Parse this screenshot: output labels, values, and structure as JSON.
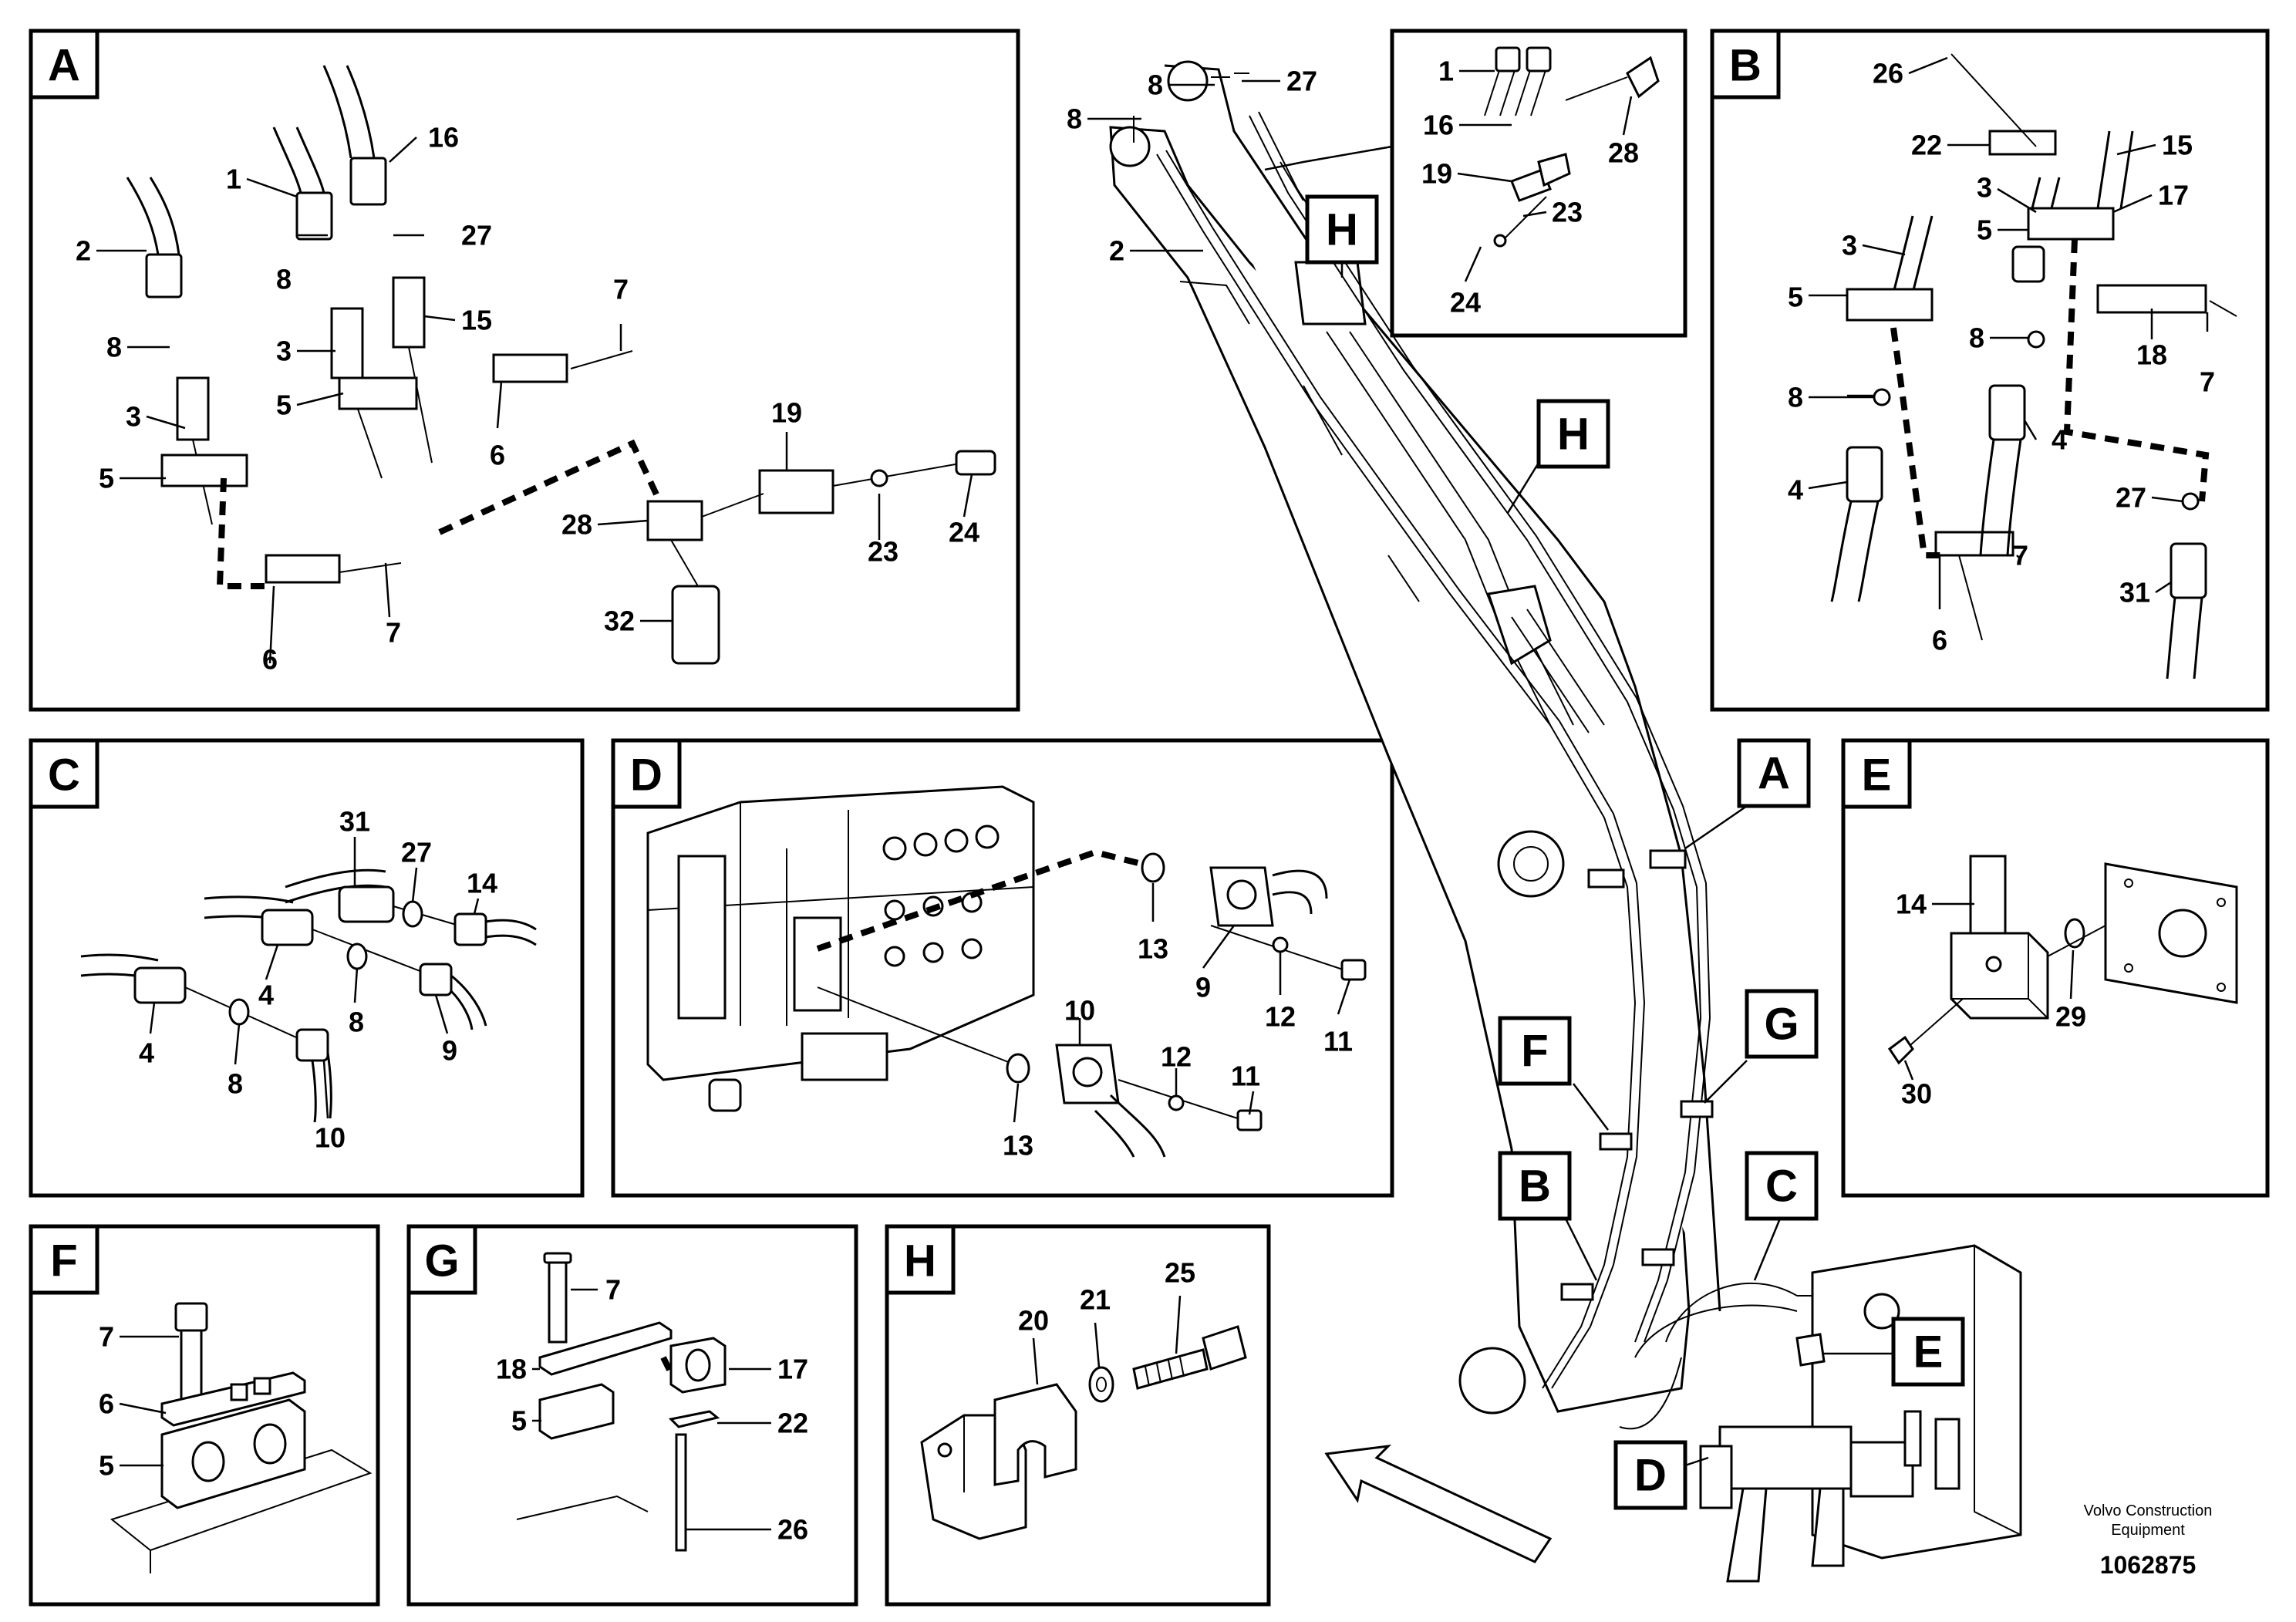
{
  "panels": {
    "A": {
      "label": "A",
      "callouts": [
        "1",
        "2",
        "3",
        "3",
        "5",
        "5",
        "6",
        "6",
        "7",
        "7",
        "8",
        "8",
        "15",
        "16",
        "19",
        "23",
        "24",
        "27",
        "28",
        "32"
      ]
    },
    "B": {
      "label": "B",
      "callouts": [
        "26",
        "22",
        "15",
        "3",
        "17",
        "5",
        "3",
        "5",
        "18",
        "7",
        "8",
        "8",
        "4",
        "4",
        "27",
        "7",
        "31",
        "6"
      ]
    },
    "C": {
      "label": "C",
      "callouts": [
        "31",
        "27",
        "14",
        "4",
        "8",
        "9",
        "4",
        "8",
        "10"
      ]
    },
    "D": {
      "label": "D",
      "callouts": [
        "13",
        "9",
        "12",
        "11",
        "10",
        "12",
        "11",
        "13"
      ]
    },
    "E": {
      "label": "E",
      "callouts": [
        "14",
        "29",
        "30"
      ]
    },
    "F": {
      "label": "F",
      "callouts": [
        "7",
        "6",
        "5"
      ]
    },
    "G": {
      "label": "G",
      "callouts": [
        "7",
        "18",
        "17",
        "5",
        "22",
        "26"
      ]
    },
    "H": {
      "label": "H",
      "callouts": [
        "20",
        "21",
        "25"
      ]
    },
    "H_inset": {
      "label": "H",
      "callouts": [
        "1",
        "16",
        "28",
        "19",
        "23",
        "24"
      ]
    }
  },
  "main": {
    "callouts": [
      "8",
      "8",
      "27",
      "2"
    ],
    "tags": [
      "H",
      "A",
      "F",
      "G",
      "B",
      "C",
      "E",
      "D"
    ]
  },
  "footer": {
    "company_line1": "Volvo Construction",
    "company_line2": "Equipment",
    "drawing_number": "1062875"
  }
}
